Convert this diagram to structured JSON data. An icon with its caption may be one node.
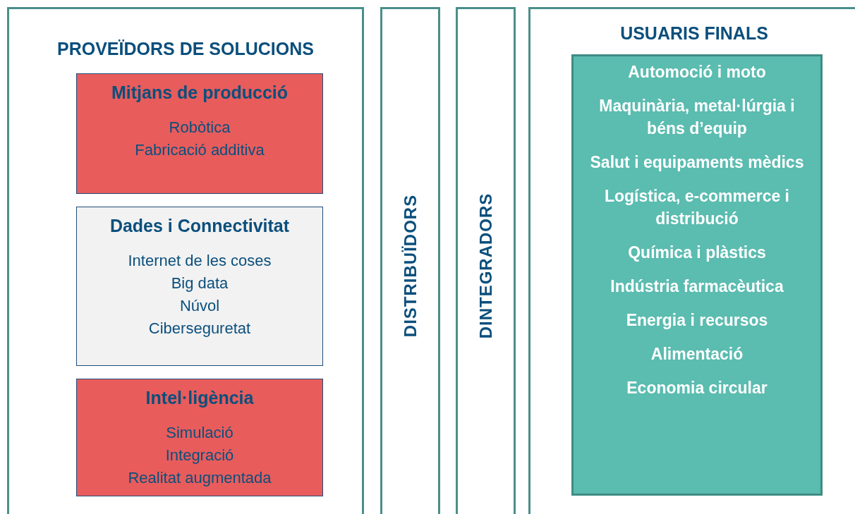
{
  "diagram": {
    "nodes": [
      {
        "text": [
          "PROVEÏDORS DE SOLUCIONS"
        ]
      },
      {
        "text": [
          "Mitjans de producció",
          "Robòtica",
          "Fabricació additiva"
        ],
        "in": 0
      },
      {
        "text": [
          "Dades i Connectivitat",
          "Internet de les coses",
          "Big data",
          "Núvol",
          "Ciberseguretat"
        ],
        "in": 0
      },
      {
        "text": [
          "Intel·ligència",
          "Simulació",
          "Integració",
          "Realitat augmentada"
        ],
        "in": 0
      },
      {
        "text": [
          "DISTRIBUÏDORS"
        ]
      },
      {
        "text": [
          "DINTEGRADORS"
        ]
      },
      {
        "text": [
          "USUARIS FINALS"
        ]
      },
      {
        "text": [
          "Automoció i moto",
          "Maquinària, metal·lúrgia i béns d’equip",
          "Salut i equipaments mèdics",
          "Logística, e-commerce i distribució",
          "Química i plàstics",
          "Indústria farmacèutica",
          "Energia i recursos",
          "Alimentació",
          "Economia circular"
        ],
        "in": 6
      }
    ]
  }
}
